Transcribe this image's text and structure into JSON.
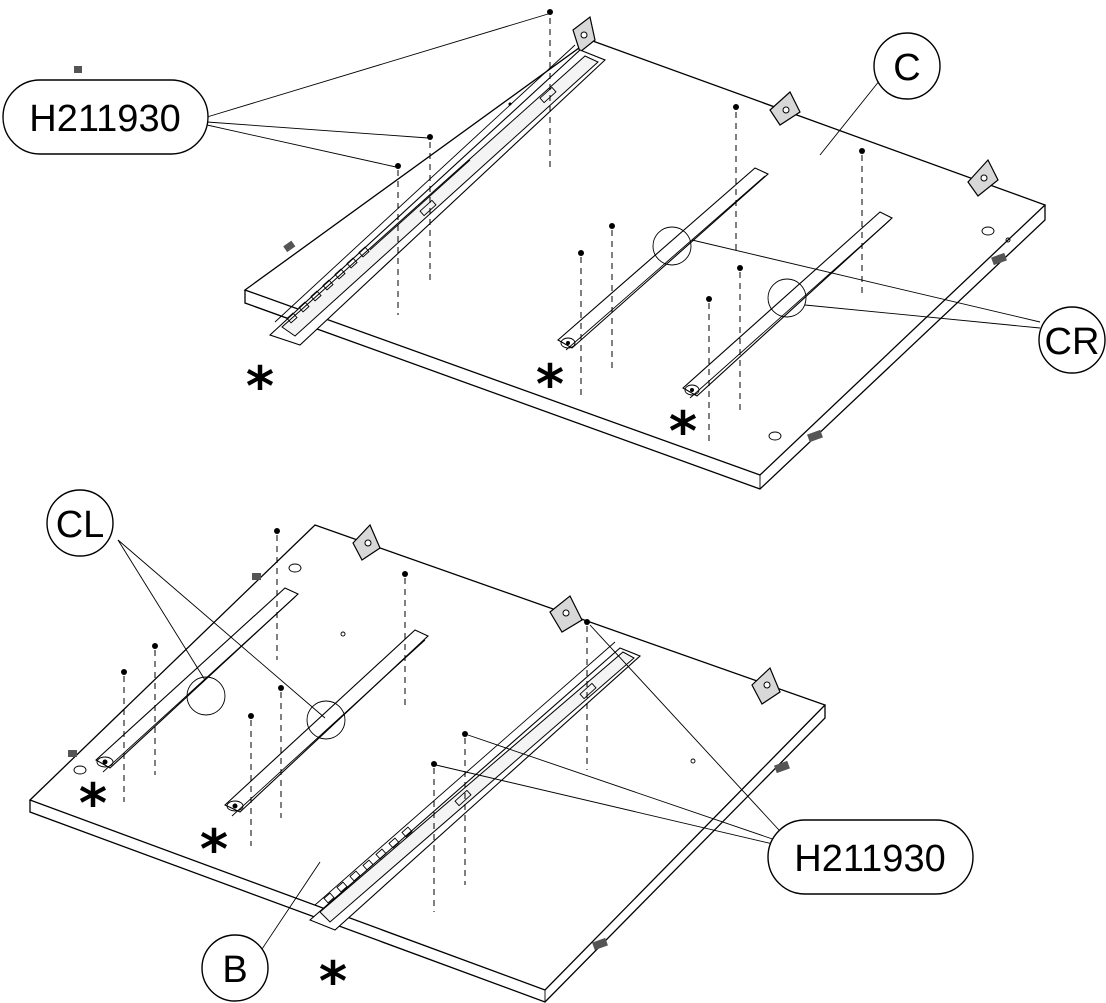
{
  "diagram": {
    "callouts": {
      "top_left_part": "H211930",
      "top_panel": "C",
      "right_rails": "CR",
      "left_rails": "CL",
      "bottom_right_part": "H211930",
      "bottom_panel": "B"
    },
    "markers": {
      "star_1": "*",
      "star_2": "*",
      "star_3": "*",
      "star_4": "*",
      "star_5": "*",
      "star_6": "*"
    }
  }
}
